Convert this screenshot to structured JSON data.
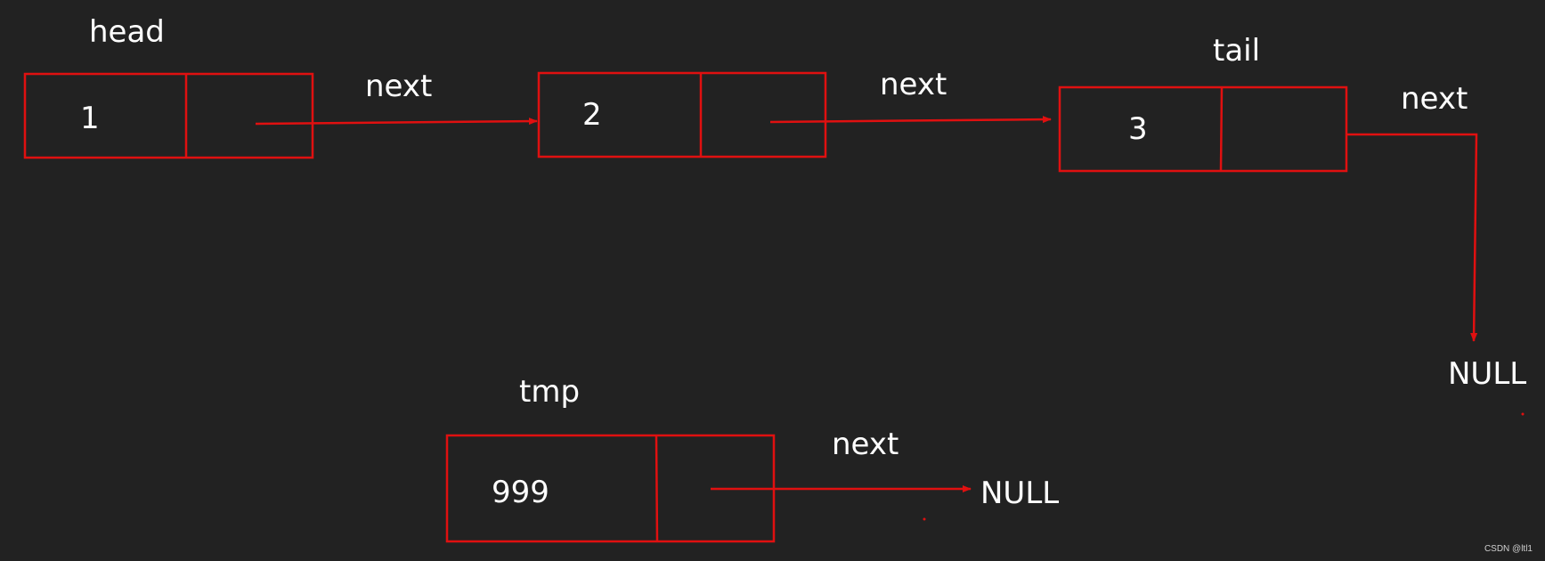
{
  "colors": {
    "background": "#222222",
    "accent": "#e01010",
    "text": "#ffffff"
  },
  "nodes": [
    {
      "pointer_label": "head",
      "value": "1",
      "next_label": "next"
    },
    {
      "pointer_label": "",
      "value": "2",
      "next_label": "next"
    },
    {
      "pointer_label": "tail",
      "value": "3",
      "next_label": "next"
    },
    {
      "pointer_label": "tmp",
      "value": "999",
      "next_label": "next"
    }
  ],
  "null_labels": [
    "NULL",
    "NULL"
  ],
  "watermark": "CSDN @ltl1"
}
